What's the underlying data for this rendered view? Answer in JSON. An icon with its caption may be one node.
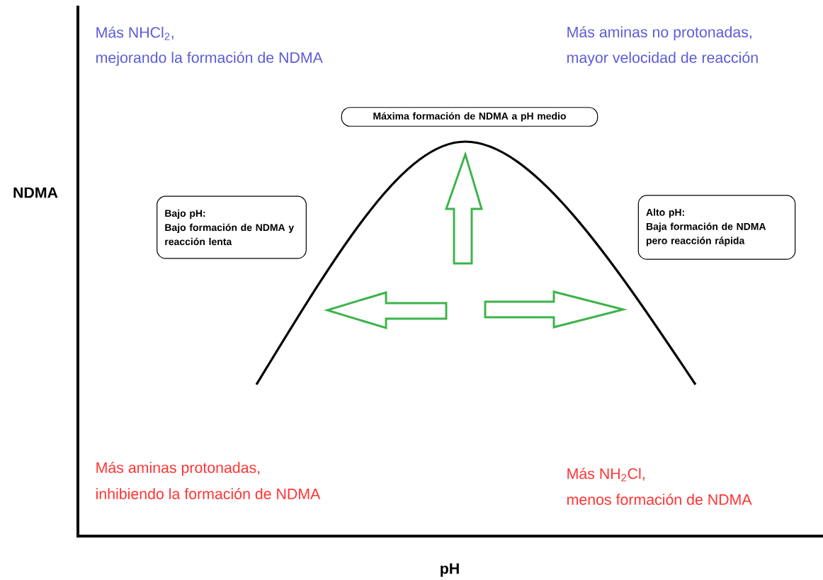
{
  "diagram": {
    "nodes": [
      {
        "text": [
          "Máxima formación de NDMA a pH medio"
        ]
      },
      {
        "text": [
          "Bajo pH:",
          "Bajo formación de NDMA y reacción lenta"
        ]
      },
      {
        "text": [
          "Alto pH:",
          "Baja formación de NDMA pero reacción rápida"
        ]
      }
    ],
    "labels": [
      "Más NHCl$_{2}$,",
      "mejorando la formación de NDMA",
      "Más aminas no protonadas,",
      "mayor velocidad de reacción",
      "NDMA",
      "Más aminas protonadas,",
      "inhibiendo la formación de NDMA",
      "Más NH$_{2}$Cl,",
      "menos formación de NDMA",
      "pH"
    ]
  }
}
